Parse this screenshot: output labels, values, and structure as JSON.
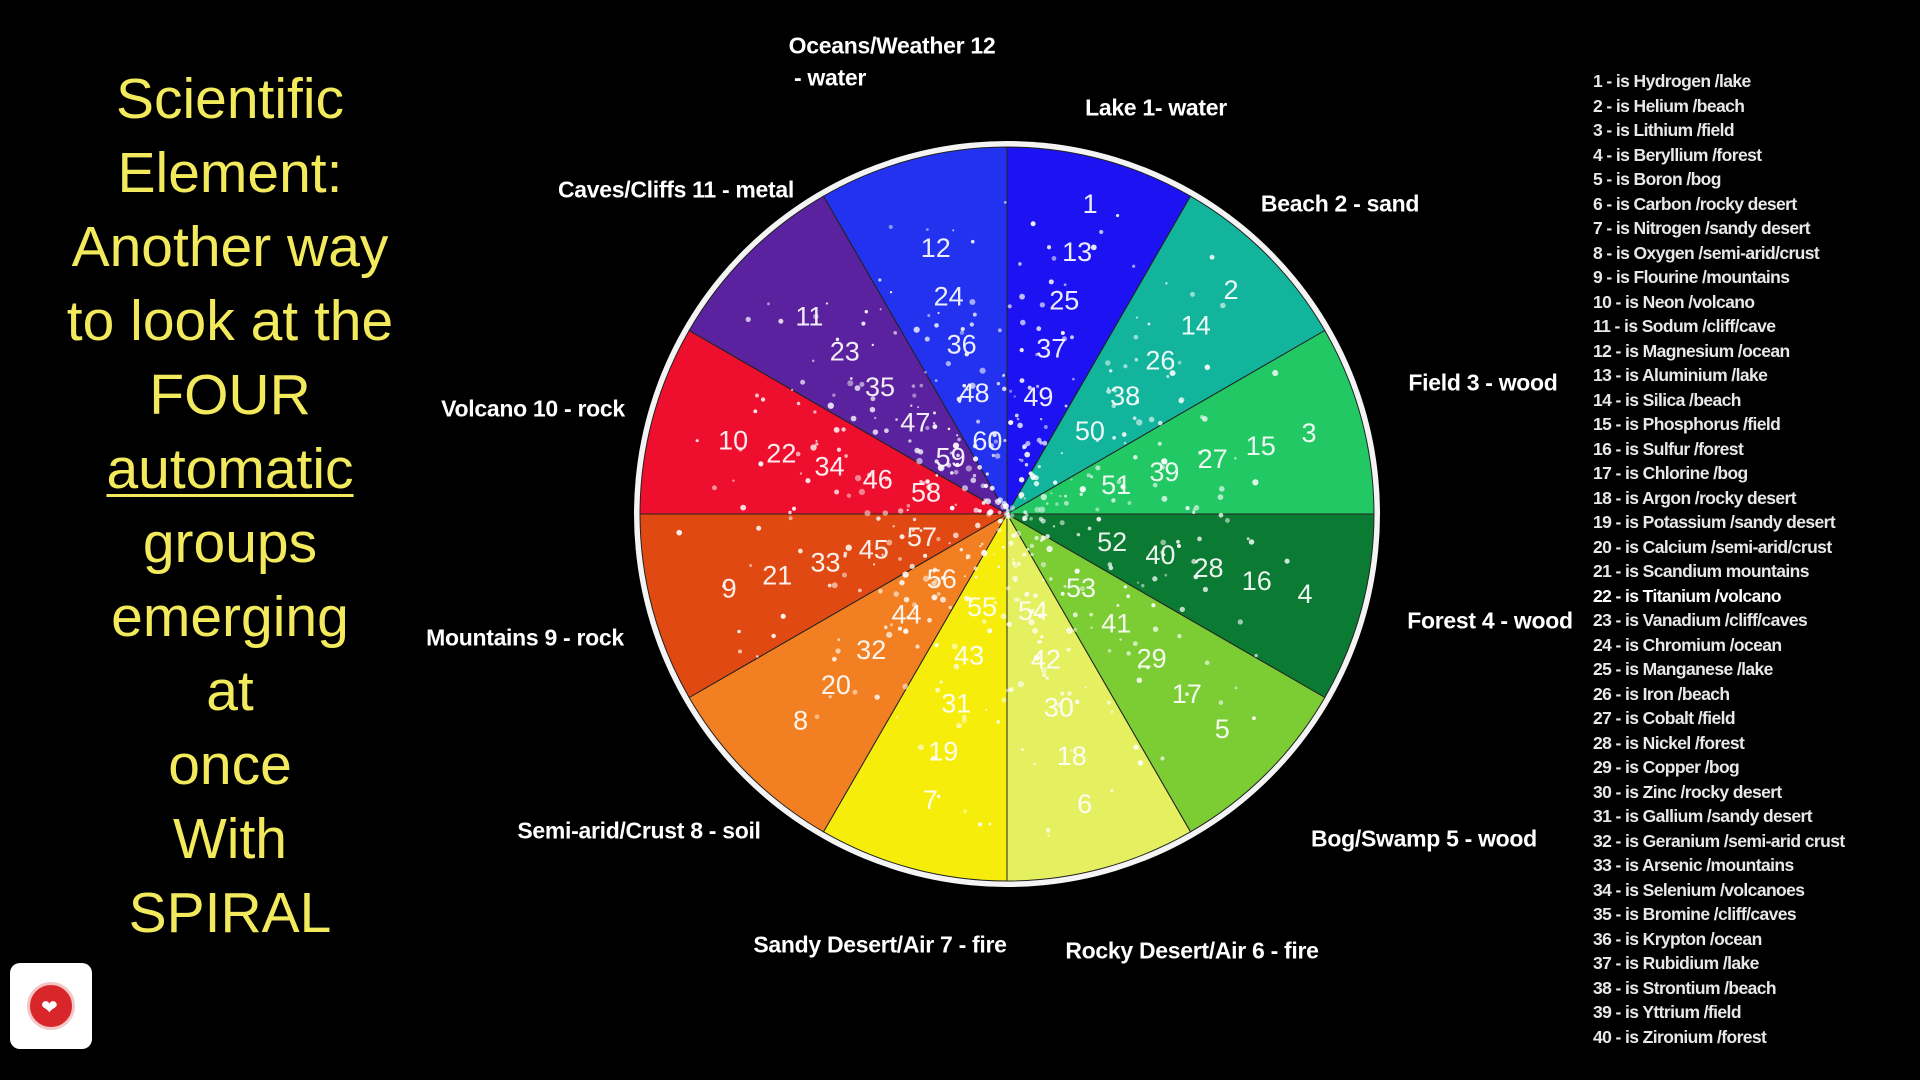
{
  "title_lines": [
    "Scientific",
    "Element:",
    "Another way",
    "to look at the",
    "FOUR",
    "automatic",
    "groups",
    "emerging",
    "at",
    "once",
    "With",
    "SPIRAL"
  ],
  "sectors": [
    {
      "label": "Lake 1-  water",
      "color": "#1c12f2"
    },
    {
      "label": "Beach 2 - sand",
      "color": "#12b49c"
    },
    {
      "label": "Field 3 - wood",
      "color": "#22c864"
    },
    {
      "label": "Forest 4 - wood",
      "color": "#0b7a32"
    },
    {
      "label": "Bog/Swamp 5 - wood",
      "color": "#7ccc34"
    },
    {
      "label": "Rocky Desert/Air 6 - fire",
      "color": "#e4f060"
    },
    {
      "label": "Sandy Desert/Air 7 - fire",
      "color": "#f6ee0a"
    },
    {
      "label": "Semi-arid/Crust 8 - soil",
      "color": "#f28022"
    },
    {
      "label": "Mountains 9 - rock",
      "color": "#e04a12"
    },
    {
      "label": "Volcano 10 - rock",
      "color": "#ee0f2e"
    },
    {
      "label": "Caves/Cliffs 11 - metal",
      "color": "#5a229e"
    },
    {
      "label": "Oceans/Weather 12",
      "label2": "- water",
      "color": "#2232ee"
    }
  ],
  "wheel_numbers": [
    "1",
    "2",
    "3",
    "4",
    "5",
    "6",
    "7",
    "8",
    "9",
    "10",
    "11",
    "12",
    "13",
    "14",
    "15",
    "16",
    "17",
    "18",
    "19",
    "20",
    "21",
    "22",
    "23",
    "24",
    "25",
    "26",
    "27",
    "28",
    "29",
    "30",
    "31",
    "32",
    "33",
    "34",
    "35",
    "36",
    "37",
    "38",
    "39",
    "40",
    "41",
    "42",
    "43",
    "44",
    "45",
    "46",
    "47",
    "48",
    "49",
    "50",
    "51",
    "52",
    "53",
    "54",
    "55",
    "56",
    "57",
    "58",
    "59",
    "60"
  ],
  "legend": [
    "1 - is Hydrogen /lake",
    "2 - is Helium /beach",
    "3 - is Lithium /field",
    "4 - is Beryllium /forest",
    "5 - is Boron /bog",
    "6 - is Carbon /rocky desert",
    "7 - is Nitrogen /sandy desert",
    "8 - is Oxygen /semi-arid/crust",
    "9 - is Flourine /mountains",
    "10 - is Neon /volcano",
    "11 - is Sodum /cliff/cave",
    "12 - is Magnesium /ocean",
    "13 - is Aluminium /lake",
    "14 - is Silica /beach",
    "15 - is Phosphorus /field",
    "16 - is Sulfur /forest",
    "17 - is Chlorine /bog",
    "18 - is Argon /rocky desert",
    "19 - is Potassium /sandy desert",
    "20 - is Calcium /semi-arid/crust",
    "21 - is Scandium mountains",
    "22 - is Titanium /volcano",
    "23 - is Vanadium /cliff/caves",
    "24 - is Chromium /ocean",
    "25 - is Manganese /lake",
    "26 - is Iron /beach",
    "27 - is Cobalt /field",
    "28 - is Nickel /forest",
    "29 - is Copper /bog",
    "30 - is Zinc /rocky desert",
    "31 - is Gallium /sandy desert",
    "32 - is Geranium /semi-arid crust",
    "33 - is Arsenic /mountains",
    "34 - is Selenium /volcanoes",
    "35 - is Bromine /cliff/caves",
    "36 - is Krypton /ocean",
    "37 - is Rubidium /lake",
    "38 - is Strontium /beach",
    "39 - is Yttrium /field",
    "40 - is Zironium /forest"
  ],
  "legend_highlight": 22
}
